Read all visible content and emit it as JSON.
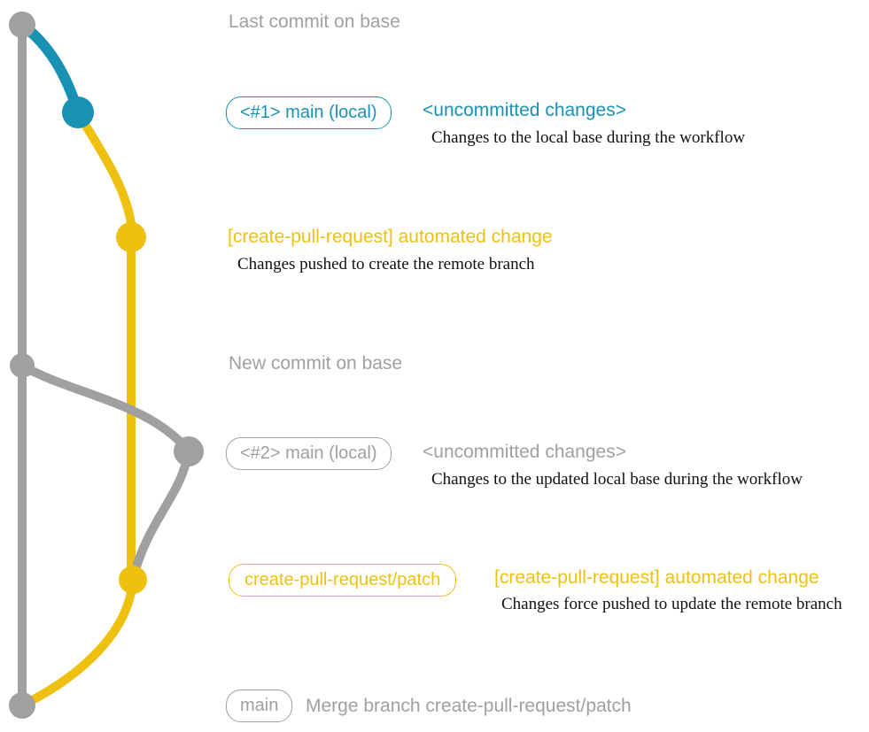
{
  "colors": {
    "gray": "#a0a0a0",
    "blue": "#1792b4",
    "yellow": "#eec111",
    "black": "#111111"
  },
  "graph": {
    "base_branch": "base",
    "remote_branch": "create-pull-request/patch",
    "commit_count": 7
  },
  "rows": {
    "last_commit": {
      "label": "Last commit on base"
    },
    "row1": {
      "badge": "<#1> main (local)",
      "annotation": "<uncommitted changes>",
      "description": "Changes to the local base during the workflow"
    },
    "row2": {
      "annotation": "[create-pull-request] automated change",
      "description": "Changes pushed to create the remote branch"
    },
    "new_commit": {
      "label": "New commit on base"
    },
    "row3": {
      "badge": "<#2> main (local)",
      "annotation": "<uncommitted changes>",
      "description": "Changes to the updated local base during the workflow"
    },
    "row4": {
      "badge": "create-pull-request/patch",
      "annotation": "[create-pull-request] automated change",
      "description": "Changes force pushed to update the remote branch"
    },
    "row5": {
      "badge": "main",
      "annotation": "Merge branch create-pull-request/patch"
    }
  }
}
